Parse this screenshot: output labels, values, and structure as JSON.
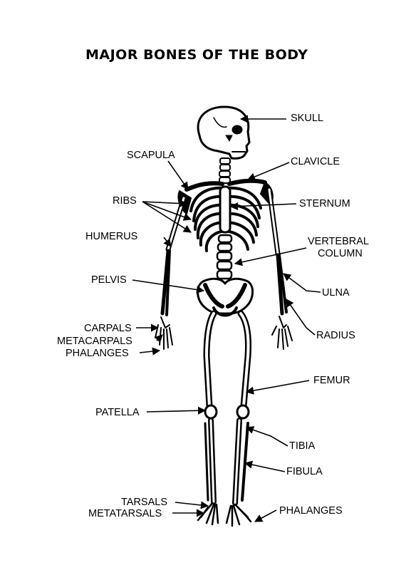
{
  "title": "MAJOR BONES OF THE BODY",
  "labels": {
    "skull": "SKULL",
    "scapula": "SCAPULA",
    "clavicle": "CLAVICLE",
    "ribs": "RIBS",
    "sternum": "STERNUM",
    "humerus": "HUMERUS",
    "vertebral_1": "VERTEBRAL",
    "vertebral_2": "COLUMN",
    "pelvis": "PELVIS",
    "ulna": "ULNA",
    "carpals": "CARPALS",
    "metacarpals": "METACARPALS",
    "phalanges_hand": "PHALANGES",
    "radius": "RADIUS",
    "femur": "FEMUR",
    "patella": "PATELLA",
    "tibia": "TIBIA",
    "fibula": "FIBULA",
    "tarsals": "TARSALS",
    "metatarsals": "METATARSALS",
    "phalanges_foot": "PHALANGES"
  }
}
